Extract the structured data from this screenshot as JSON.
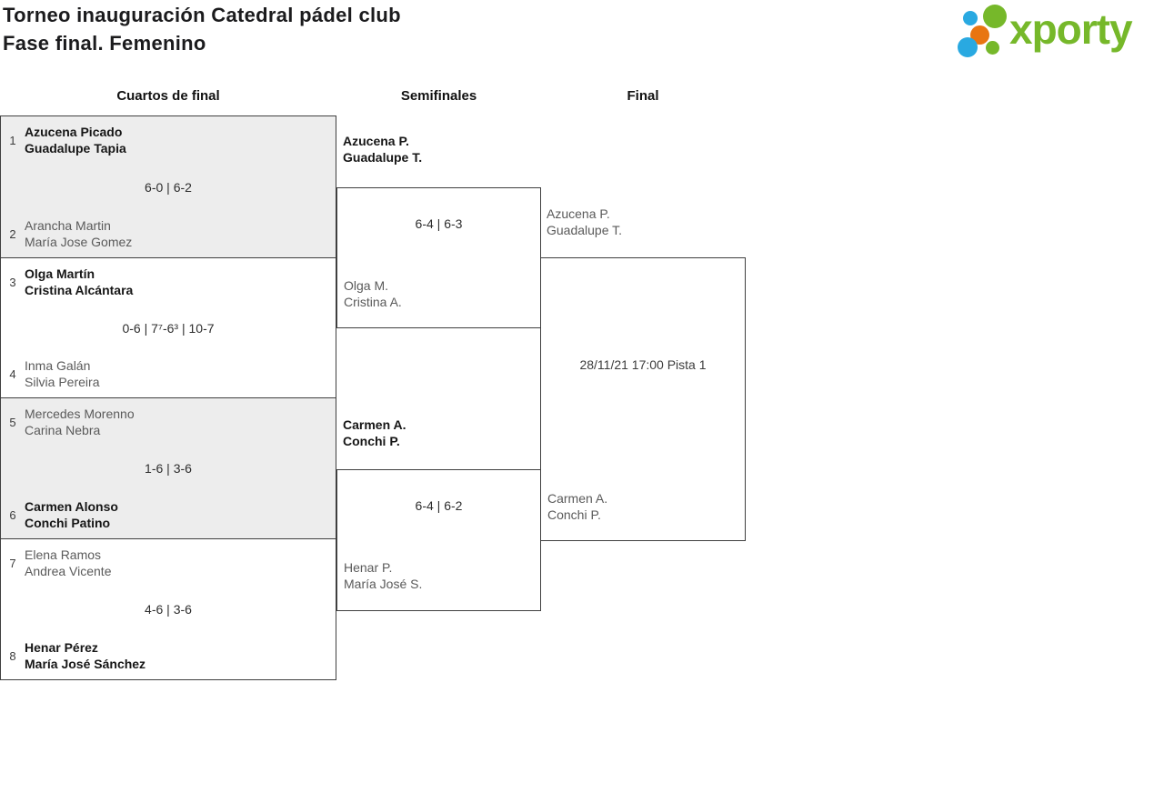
{
  "header": {
    "title_line1": "Torneo inauguración Catedral pádel club",
    "title_line2": "Fase final. Femenino"
  },
  "logo": {
    "wordmark": "xporty",
    "colors": {
      "green": "#76b82a",
      "blue": "#29a9e1",
      "orange": "#e87511"
    }
  },
  "columns": {
    "quarterfinals": "Cuartos de final",
    "semifinals": "Semifinales",
    "final": "Final"
  },
  "palette": {
    "match_bg_alt": "#ededed",
    "border": "#3f3f3f",
    "winner_text": "#161616",
    "loser_text": "#5a5a5a"
  },
  "quarterfinals": [
    {
      "seed_top": "1",
      "top_p1": "Azucena Picado",
      "top_p2": "Guadalupe Tapia",
      "score": "6-0 | 6-2",
      "seed_bottom": "2",
      "bottom_p1": "Arancha Martin",
      "bottom_p2": "María Jose Gomez"
    },
    {
      "seed_top": "3",
      "top_p1": "Olga Martín",
      "top_p2": "Cristina Alcántara",
      "score": "0-6 | 7⁷-6³ | 10-7",
      "seed_bottom": "4",
      "bottom_p1": "Inma Galán",
      "bottom_p2": "Silvia Pereira"
    },
    {
      "seed_top": "5",
      "top_p1": "Mercedes Morenno",
      "top_p2": "Carina Nebra",
      "score": "1-6 | 3-6",
      "seed_bottom": "6",
      "bottom_p1": "Carmen Alonso",
      "bottom_p2": "Conchi Patino"
    },
    {
      "seed_top": "7",
      "top_p1": "Elena Ramos",
      "top_p2": "Andrea Vicente",
      "score": "4-6 | 3-6",
      "seed_bottom": "8",
      "bottom_p1": "Henar Pérez",
      "bottom_p2": "María José Sánchez"
    }
  ],
  "semifinals": [
    {
      "top_p1": "Azucena P.",
      "top_p2": "Guadalupe T.",
      "score": "6-4 | 6-3",
      "bottom_p1": "Olga M.",
      "bottom_p2": "Cristina A."
    },
    {
      "top_p1": "Carmen A.",
      "top_p2": "Conchi P.",
      "score": "6-4 | 6-2",
      "bottom_p1": "Henar P.",
      "bottom_p2": "María José S."
    }
  ],
  "final": {
    "top_p1": "Azucena P.",
    "top_p2": "Guadalupe T.",
    "schedule": "28/11/21 17:00 Pista 1",
    "bottom_p1": "Carmen A.",
    "bottom_p2": "Conchi P."
  }
}
